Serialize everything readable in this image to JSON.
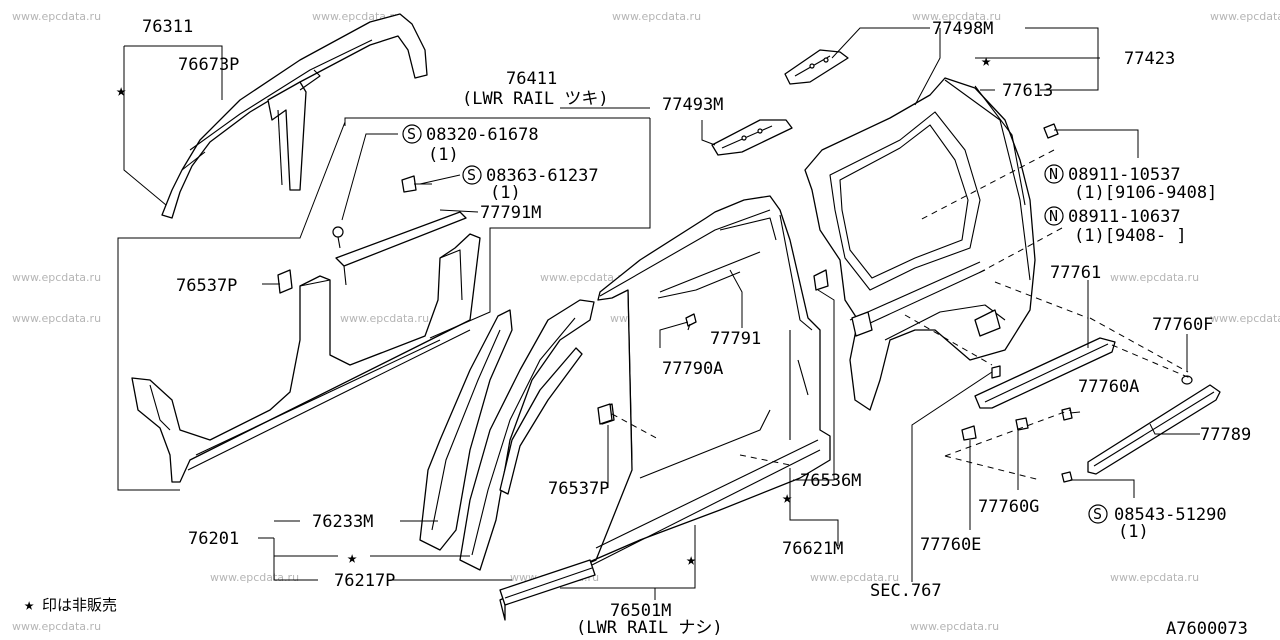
{
  "diagram": {
    "watermark": "www.epcdata.ru",
    "legend_text": "印は非販売",
    "figure_code": "A7600073",
    "labels": {
      "p76311": "76311",
      "p76673P": "76673P",
      "p76411": "76411",
      "p76411_note": "(LWR RAIL ツキ)",
      "p08320": "08320-61678",
      "p08320_qty": "(1)",
      "p08363": "08363-61237",
      "p08363_qty": "(1)",
      "p77791M": "77791M",
      "p76537P_a": "76537P",
      "p77493M": "77493M",
      "p77498M": "77498M",
      "p77423": "77423",
      "p77613": "77613",
      "p08911_10537": "08911-10537",
      "p08911_10537_qty": "(1)[9106-9408]",
      "p08911_10637": "08911-10637",
      "p08911_10637_qty": "(1)[9408-    ]",
      "p77761": "77761",
      "p77760F": "77760F",
      "p77791": "77791",
      "p77790A": "77790A",
      "p77760A": "77760A",
      "p77789": "77789",
      "p76537P_b": "76537P",
      "p76536M": "76536M",
      "p77760G": "77760G",
      "p08543": "08543-51290",
      "p08543_qty": "(1)",
      "p76233M": "76233M",
      "p76201": "76201",
      "p76621M": "76621M",
      "p77760E": "77760E",
      "p76217P": "76217P",
      "p76501M": "76501M",
      "p76501M_note": "(LWR RAIL ナシ)",
      "sec767": "SEC.767"
    },
    "prefix_symbols": {
      "screw": "S",
      "nut": "N"
    }
  }
}
